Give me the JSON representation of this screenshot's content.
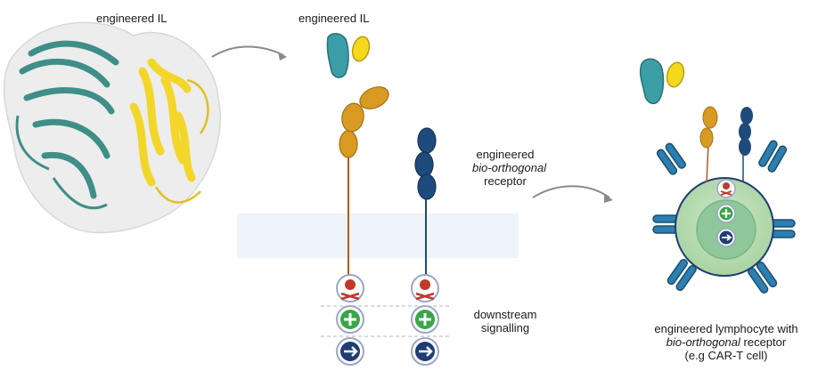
{
  "labels": {
    "protein_title": "engineered IL",
    "il_title": "engineered IL",
    "receptor_line1": "engineered",
    "receptor_line2": "bio-orthogonal",
    "receptor_line3": "receptor",
    "downstream_line1": "downstream",
    "downstream_line2": "signalling",
    "cell_line1": "engineered lymphocyte with",
    "cell_line2_italic": "bio-orthogonal",
    "cell_line2_rest": " receptor",
    "cell_line3": "(e.g CAR-T cell)"
  },
  "colors": {
    "teal": "#3b9ea6",
    "yellow": "#f3d81c",
    "orange": "#d99a22",
    "navy": "#1f4a7c",
    "membrane": "#a9c3da",
    "cell_outer": "#b9dcb4",
    "cell_inner": "#8ec79a",
    "car_blue": "#2c7fb0",
    "skull_red": "#c0392b",
    "plus_green": "#3aa64a",
    "arrow_navy": "#1f3d73"
  }
}
